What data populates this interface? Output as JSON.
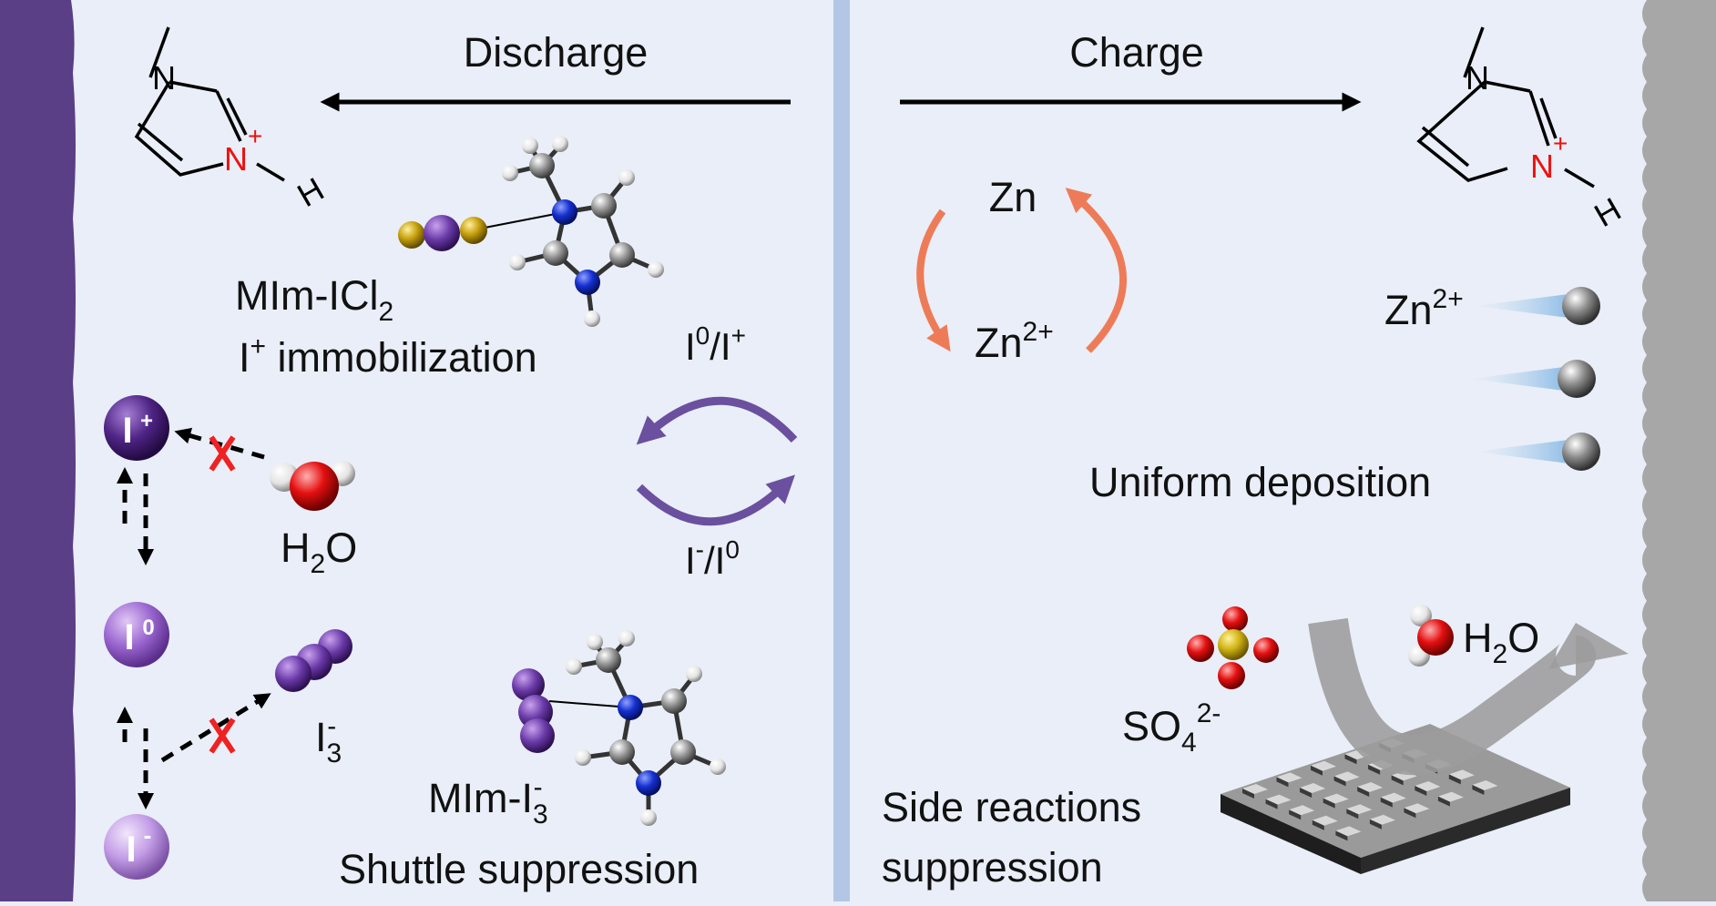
{
  "colors": {
    "background": "#e9eef8",
    "cathode": "#5a3e86",
    "anode": "#a7a7a7",
    "divider": "#b3c6e6",
    "iodine": "#6a3aa8",
    "chlorine": "#c7a10e",
    "nitrogen": "#1530d0",
    "carbon": "#909090",
    "hydrogen": "#f0f0f0",
    "oxygen": "#e41010",
    "sulfur": "#d2b416",
    "orange_cycle": "#ee7b58",
    "purple_cycle": "#6a509e",
    "cross": "#ee2222",
    "flow_arrow": "#9c9c9c",
    "n_plus": "#ee1111"
  },
  "left": {
    "direction": "Discharge",
    "complex_icl2_name": "MIm-ICl",
    "complex_icl2_sub": "2",
    "immobilization_main": "I",
    "immobilization_sup": "+",
    "immobilization_rest": " immobilization",
    "cycle_top_a": "I",
    "cycle_top_sup1": "0",
    "cycle_top_b": "/I",
    "cycle_top_sup2": "+",
    "cycle_bottom_a": "I",
    "cycle_bottom_sup1": "-",
    "cycle_bottom_b": "/I",
    "cycle_bottom_sup2": "0",
    "water_h": "H",
    "water_sub": "2",
    "water_o": "O",
    "triiodide_main": "I",
    "triiodide_sub": "3",
    "triiodide_sup": "-",
    "complex_i3_name": "MIm-I",
    "complex_i3_sub": "3",
    "complex_i3_sup": "-",
    "shuttle": "Shuttle suppression",
    "species": {
      "i_plus_main": "I",
      "i_plus_sup": "+",
      "i_zero_main": "I",
      "i_zero_sup": "0",
      "i_minus_main": "I",
      "i_minus_sup": "-"
    },
    "molecule": {
      "n_label": "N",
      "n_plus_label": "N",
      "plus_sign": "+",
      "h_label": "H"
    }
  },
  "right": {
    "direction": "Charge",
    "zn": "Zn",
    "zn2_main": "Zn",
    "zn2_sup": "2+",
    "zn_ion_main": "Zn",
    "zn_ion_sup": "2+",
    "uniform": "Uniform deposition",
    "sulfate_main": "SO",
    "sulfate_sub": "4",
    "sulfate_sup": "2-",
    "water_h": "H",
    "water_sub": "2",
    "water_o": "O",
    "side_line1": "Side reactions",
    "side_line2": "suppression",
    "molecule": {
      "n_label": "N",
      "n_plus_label": "N",
      "plus_sign": "+",
      "h_label": "H"
    }
  }
}
